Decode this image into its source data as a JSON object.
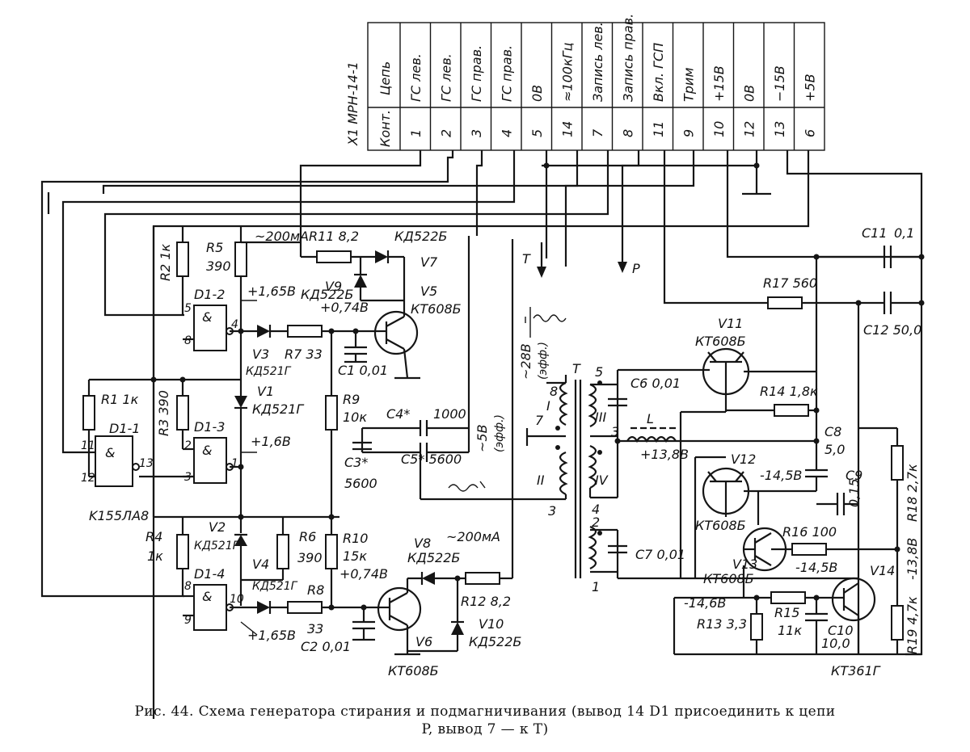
{
  "connector": {
    "name": "X1 МРН-14-1",
    "header_circuit": "Цепь",
    "header_contact": "Конт.",
    "columns": [
      {
        "signal": "ГС лев.",
        "pin": "1"
      },
      {
        "signal": "ГС лев.",
        "pin": "2"
      },
      {
        "signal": "ГС прав.",
        "pin": "3"
      },
      {
        "signal": "ГС прав.",
        "pin": "4"
      },
      {
        "signal": "0В",
        "pin": "5"
      },
      {
        "signal": "≈100кГц",
        "pin": "14"
      },
      {
        "signal": "Запись лев.",
        "pin": "7"
      },
      {
        "signal": "Запись прав.",
        "pin": "8"
      },
      {
        "signal": "Вкл. ГСП",
        "pin": "11"
      },
      {
        "signal": "Трим",
        "pin": "9"
      },
      {
        "signal": "+15В",
        "pin": "10"
      },
      {
        "signal": "0В",
        "pin": "12"
      },
      {
        "signal": "−15В",
        "pin": "13"
      },
      {
        "signal": "+5В",
        "pin": "6"
      }
    ]
  },
  "components": {
    "d1_1": {
      "name": "D1-1",
      "type": "K155ЛА8",
      "symbol": "&",
      "pin_in1": "11",
      "pin_in2": "12",
      "pin_out": "13"
    },
    "d1_2": {
      "name": "D1-2",
      "symbol": "&",
      "pin_in1": "5",
      "pin_in2": "8",
      "pin_out": "4"
    },
    "d1_3": {
      "name": "D1-3",
      "symbol": "&",
      "pin_in1": "2",
      "pin_in2": "3",
      "pin_out": "1"
    },
    "d1_4": {
      "name": "D1-4",
      "symbol": "&",
      "pin_in1": "8",
      "pin_in2": "9",
      "pin_out": "10"
    },
    "r1": "R1 1к",
    "r2": "R2 1к",
    "r3": "R3 390",
    "r4_name": "R4",
    "r4_val": "1к",
    "r5_name": "R5",
    "r5_val": "390",
    "r6_name": "R6",
    "r6_val": "390",
    "r7": "R7 33",
    "r8_name": "R8",
    "r8_val": "33",
    "r9_name": "R9",
    "r9_val": "10к",
    "r10_name": "R10",
    "r10_val": "15к",
    "r11": "R11 8,2",
    "r12": "R12 8,2",
    "r13": "R13 3,3",
    "r14": "R14 1,8к",
    "r15_name": "R15",
    "r15_val": "11к",
    "r16": "R16 100",
    "r17": "R17 560",
    "r18": "R18 2,7к",
    "r19": "R19 4,7к",
    "c1": "C1 0,01",
    "c2": "C2 0,01",
    "c3_name": "C3*",
    "c3_val": "5600",
    "c4_name": "C4*",
    "c4_val": "1000",
    "c5": "C5* 5600",
    "c6": "C6 0,01",
    "c7": "C7 0,01",
    "c8_name": "C8",
    "c8_val": "5,0",
    "c9_name": "C9",
    "c9_val": "0,15",
    "c10_name": "C10",
    "c10_val": "10,0",
    "c11_name": "C11",
    "c11_val": "0,1",
    "c12": "C12 50,0",
    "v1_name": "V1",
    "v1_type": "КД521Г",
    "v2_name": "V2",
    "v2_type": "КД521Г",
    "v3_name": "V3",
    "v3_type": "КД521Г",
    "v4_name": "V4",
    "v4_type": "КД521Г",
    "v5_name": "V5",
    "v5_type": "КТ608Б",
    "v6_name": "V6",
    "v6_type": "КТ608Б",
    "v7_type": "КД522Б",
    "v7_name": "V7",
    "v8_name": "V8",
    "v8_type": "КД522Б",
    "v9_name": "V9",
    "v9_type": "КД522Б",
    "v10_name": "V10",
    "v10_type": "КД522Б",
    "v11_name": "V11",
    "v11_type": "КТ608Б",
    "v12_name": "V12",
    "v12_type": "КТ608Б",
    "v13_name": "V13",
    "v13_type": "КТ608Б",
    "v14_name": "V14",
    "v14_type": "КТ361Г",
    "transformer": "T",
    "inductor": "L"
  },
  "annotations": {
    "i_top": "~200мА",
    "i_bottom": "~200мА",
    "u_d12_out": "+1,65В",
    "u_v5_base": "+0,74В",
    "u_d13_out": "+1,6В",
    "u_v6_base": "+0,74В",
    "u_d14_out": "+1,65В",
    "u_t_amp": "~28В",
    "u_t_eff": "(эфф.)",
    "u_p_amp": "~5В",
    "u_p_eff": "(эфф.)",
    "u_tap": "+13,8В",
    "u_v12_e": "-14,5В",
    "u_v13_e": "-14,5В",
    "u_v14_b": "-14,6В",
    "u_r18": "-13,8В",
    "arrow_t": "T",
    "arrow_p": "P",
    "winding_1": "I",
    "winding_2": "II",
    "winding_3": "III",
    "winding_4": "IV",
    "pin_8": "8",
    "pin_7": "7",
    "pin_3": "3",
    "pin_5": "5",
    "pin_3b": "3",
    "pin_4": "4",
    "pin_2": "2",
    "pin_1": "1"
  },
  "caption": {
    "line1": "Рис. 44. Схема генератора стирания и подмагничивания (вывод 14 D1 присоединить к цепи",
    "line2": "P, вывод 7 — к T)"
  }
}
